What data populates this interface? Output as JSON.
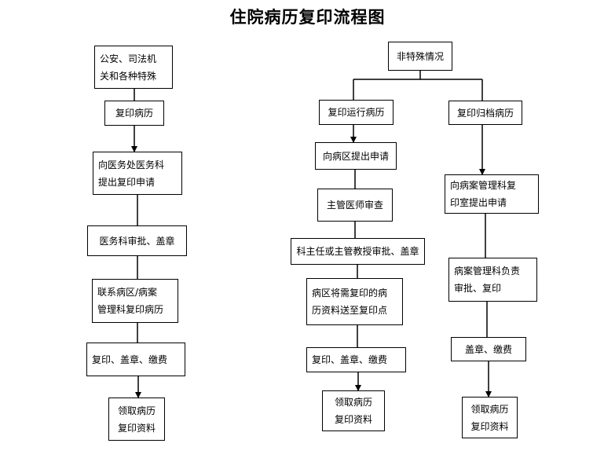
{
  "title": "住院病历复印流程图",
  "nodes": {
    "a1": "公安、司法机\n关和各种特殊",
    "a2": "复印病历",
    "a3": "向医务处医务科\n提出复印申请",
    "a4": "医务科审批、盖章",
    "a5": "联系病区/病案\n管理科复印病历",
    "a6": "复印、盖章、缴费",
    "a7": "领取病历\n复印资料",
    "b0": "非特殊情况",
    "b1": "复印运行病历",
    "b2": "向病区提出申请",
    "b3": "主管医师审查",
    "b4": "科主任或主管教授审批、盖章",
    "b5": "病区将需复印的病\n历资料送至复印点",
    "b6": "复印、盖章、缴费",
    "b7": "领取病历\n复印资料",
    "c1": "复印归档病历",
    "c2": "向病案管理科复\n印室提出申请",
    "c3": "病案管理科负责\n审批、复印",
    "c4": "盖章、缴费",
    "c5": "领取病历\n复印资料"
  }
}
